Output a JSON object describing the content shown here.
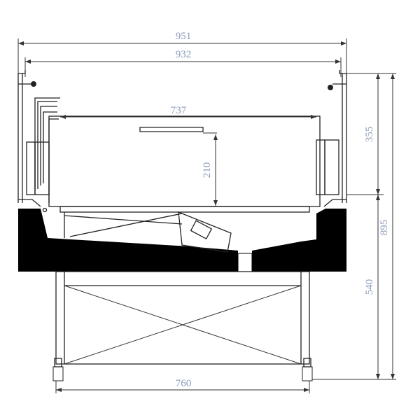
{
  "diagram": {
    "dimensions": {
      "overall_width": "951",
      "inner_width": "932",
      "display_width": "737",
      "display_depth": "210",
      "upper_height": "355",
      "total_height": "895",
      "base_height": "540",
      "stand_width": "760"
    },
    "colors": {
      "dimension_text": "#8a9ab8",
      "line": "#222222",
      "fill": "#000000"
    }
  }
}
